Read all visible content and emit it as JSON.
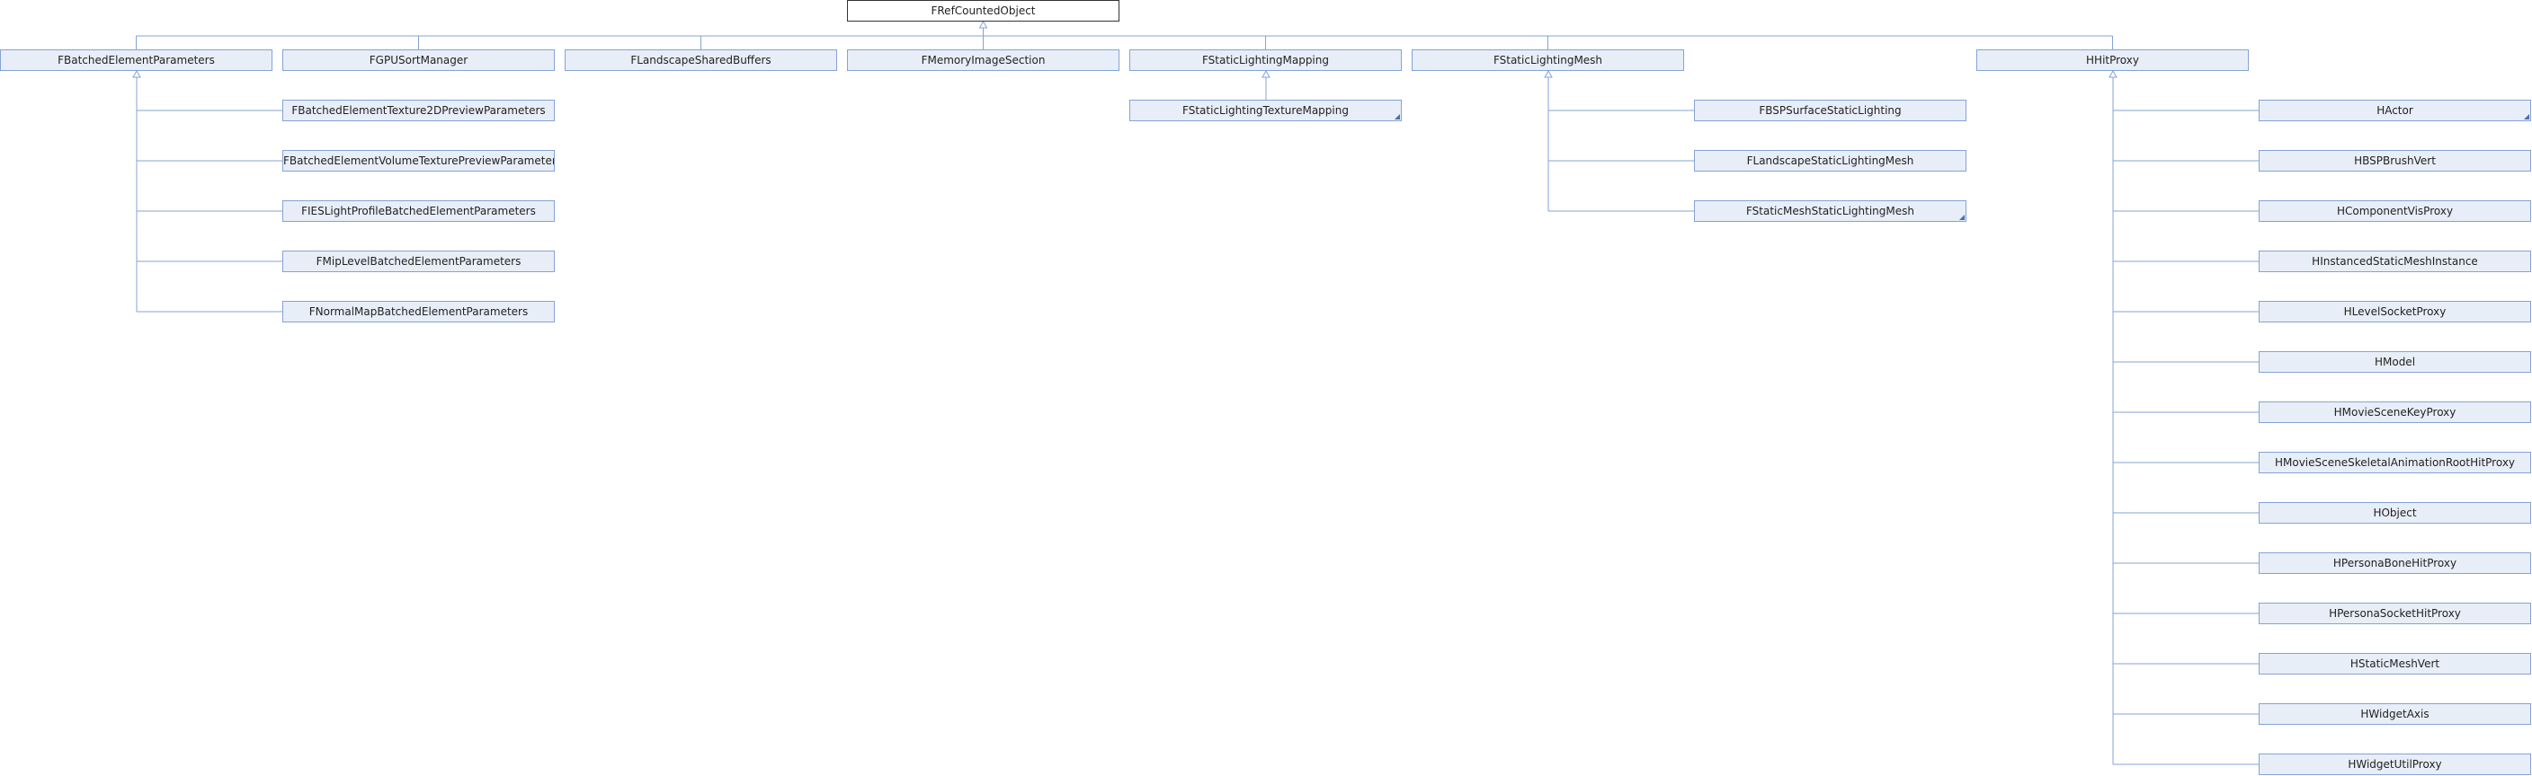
{
  "diagram": {
    "root": {
      "label": "FRefCountedObject"
    },
    "columns": [
      {
        "label": "FBatchedElementParameters",
        "children": [
          "FBatchedElementTexture2DPreviewParameters",
          "FBatchedElementVolumeTexturePreviewParameters",
          "FIESLightProfileBatchedElementParameters",
          "FMipLevelBatchedElementParameters",
          "FNormalMapBatchedElementParameters"
        ],
        "children_with_more_marker": []
      },
      {
        "label": "FGPUSortManager",
        "children": [],
        "children_with_more_marker": []
      },
      {
        "label": "FLandscapeSharedBuffers",
        "children": [],
        "children_with_more_marker": []
      },
      {
        "label": "FMemoryImageSection",
        "children": [],
        "children_with_more_marker": []
      },
      {
        "label": "FStaticLightingMapping",
        "children": [
          "FStaticLightingTextureMapping"
        ],
        "children_with_more_marker": [
          "FStaticLightingTextureMapping"
        ]
      },
      {
        "label": "FStaticLightingMesh",
        "children": [
          "FBSPSurfaceStaticLighting",
          "FLandscapeStaticLightingMesh",
          "FStaticMeshStaticLightingMesh"
        ],
        "children_with_more_marker": [
          "FStaticMeshStaticLightingMesh"
        ]
      },
      {
        "label": "HHitProxy",
        "children": [
          "HActor",
          "HBSPBrushVert",
          "HComponentVisProxy",
          "HInstancedStaticMeshInstance",
          "HLevelSocketProxy",
          "HModel",
          "HMovieSceneKeyProxy",
          "HMovieSceneSkeletalAnimationRootHitProxy",
          "HObject",
          "HPersonaBoneHitProxy",
          "HPersonaSocketHitProxy",
          "HStaticMeshVert",
          "HWidgetAxis",
          "HWidgetUtilProxy"
        ],
        "children_with_more_marker": [
          "HActor"
        ]
      }
    ],
    "colors": {
      "node_fill": "#e8eef7",
      "node_border": "#84a3d4",
      "root_border": "#333333",
      "edge": "#84a3d4"
    }
  }
}
